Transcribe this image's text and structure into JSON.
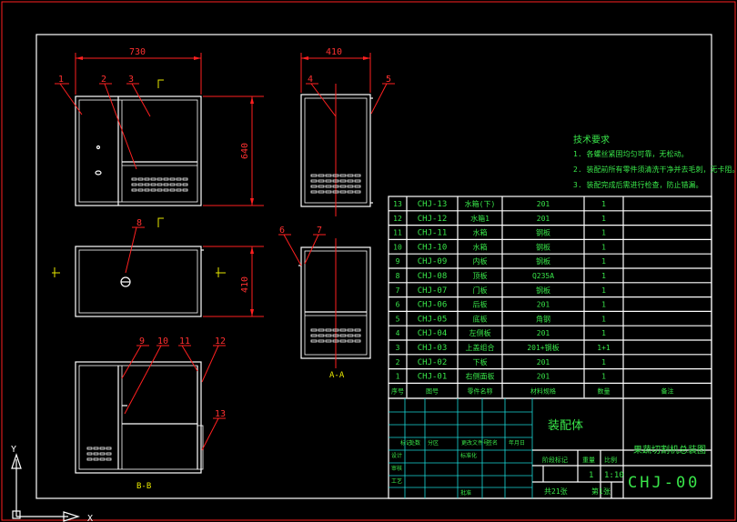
{
  "dims": {
    "width_top": "730",
    "width_side": "410",
    "height_front": "640",
    "height_plan": "410"
  },
  "balloons": {
    "b1": "1",
    "b2": "2",
    "b3": "3",
    "b4": "4",
    "b5": "5",
    "b6": "6",
    "b7": "7",
    "b8": "8",
    "b9": "9",
    "b10": "10",
    "b11": "11",
    "b12": "12",
    "b13": "13"
  },
  "section_labels": {
    "aa": "A-A",
    "bb": "B-B"
  },
  "tech_req": {
    "title": "技术要求",
    "items": [
      "1. 各螺丝紧固均匀可靠，无松动。",
      "2. 装配前所有零件须清洗干净并去毛刺，无卡阻。",
      "3. 装配完成后需进行检查，防止错漏。"
    ]
  },
  "bom": {
    "rows": [
      {
        "no": "13",
        "code": "CHJ-13",
        "name": "水箱(下)",
        "material": "201",
        "qty": "1",
        "note": ""
      },
      {
        "no": "12",
        "code": "CHJ-12",
        "name": "水箱1",
        "material": "201",
        "qty": "1",
        "note": ""
      },
      {
        "no": "11",
        "code": "CHJ-11",
        "name": "水箱",
        "material": "钢板",
        "qty": "1",
        "note": ""
      },
      {
        "no": "10",
        "code": "CHJ-10",
        "name": "水箱",
        "material": "钢板",
        "qty": "1",
        "note": ""
      },
      {
        "no": "9",
        "code": "CHJ-09",
        "name": "内板",
        "material": "钢板",
        "qty": "1",
        "note": ""
      },
      {
        "no": "8",
        "code": "CHJ-08",
        "name": "顶板",
        "material": "Q235A",
        "qty": "1",
        "note": ""
      },
      {
        "no": "7",
        "code": "CHJ-07",
        "name": "门板",
        "material": "钢板",
        "qty": "1",
        "note": ""
      },
      {
        "no": "6",
        "code": "CHJ-06",
        "name": "后板",
        "material": "201",
        "qty": "1",
        "note": ""
      },
      {
        "no": "5",
        "code": "CHJ-05",
        "name": "底板",
        "material": "角钢",
        "qty": "1",
        "note": ""
      },
      {
        "no": "4",
        "code": "CHJ-04",
        "name": "左侧板",
        "material": "201",
        "qty": "1",
        "note": ""
      },
      {
        "no": "3",
        "code": "CHJ-03",
        "name": "上盖组合",
        "material": "201+钢板",
        "qty": "1+1",
        "note": ""
      },
      {
        "no": "2",
        "code": "CHJ-02",
        "name": "下板",
        "material": "201",
        "qty": "1",
        "note": ""
      },
      {
        "no": "1",
        "code": "CHJ-01",
        "name": "右侧面板",
        "material": "201",
        "qty": "1",
        "note": ""
      }
    ],
    "header": {
      "no": "序号",
      "code": "图号",
      "name": "零件名称",
      "material": "材料规格",
      "qty": "数量",
      "note": "备注"
    }
  },
  "title_block": {
    "assembly": "装配体",
    "drawing_title": "果蔬切割机总装图",
    "drawing_no": "CHJ-00",
    "scale": "1:10",
    "qty": "1",
    "sheets_total": "共21张",
    "sheet_no": "第1张",
    "stage_label": "阶段标记",
    "weight_label": "重量",
    "scale_label": "比例",
    "row_labels": [
      "标记",
      "处数",
      "分区",
      "更改文件号",
      "签名",
      "年月日"
    ],
    "sign_labels": [
      "设计",
      "标准化",
      "审核",
      "工艺",
      "批准"
    ]
  },
  "ucs": {
    "x": "X",
    "y": "Y"
  }
}
